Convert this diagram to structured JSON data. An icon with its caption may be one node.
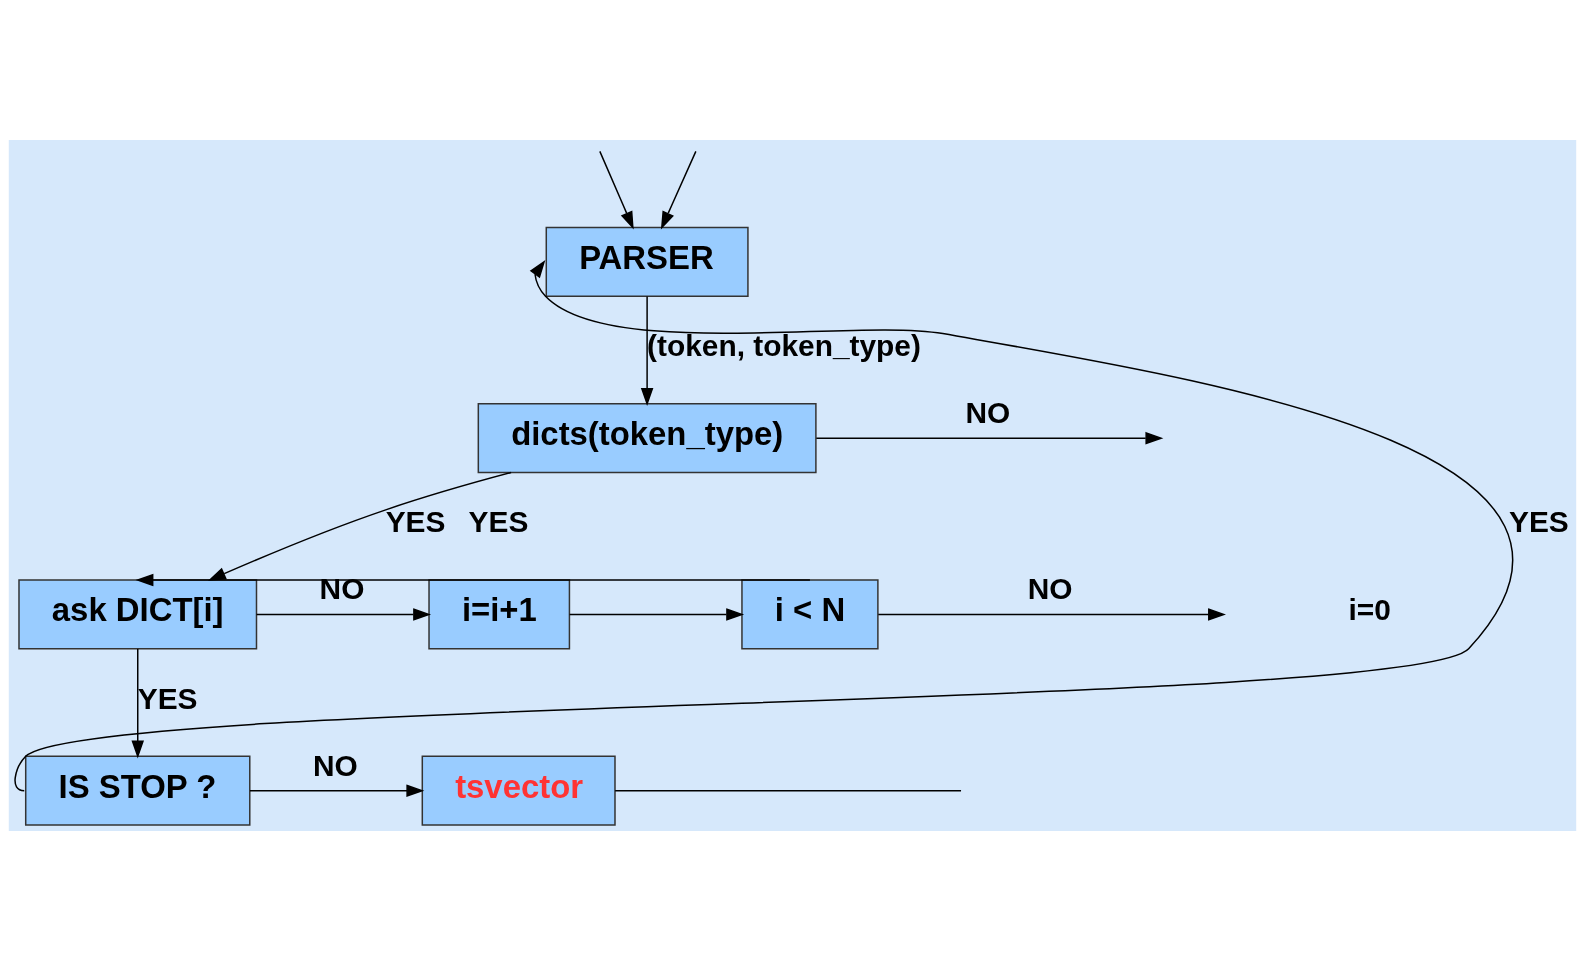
{
  "diagram": {
    "nodes": [
      {
        "text": [
          "PARSER"
        ]
      },
      {
        "text": [
          "dicts(token_type)"
        ]
      },
      {
        "text": [
          "ask DICT[i]"
        ]
      },
      {
        "text": [
          "i=i+1"
        ]
      },
      {
        "text": [
          "i < N"
        ]
      },
      {
        "text": [
          "IS STOP ?"
        ]
      },
      {
        "text": [
          "tsvector"
        ]
      }
    ],
    "edges": [
      {
        "from": null,
        "to": 0,
        "arrow": "to"
      },
      {
        "from": null,
        "to": 0,
        "arrow": "to"
      },
      {
        "from": 5,
        "to": 0,
        "arrow": "to",
        "label": "YES"
      },
      {
        "from": 0,
        "to": 1,
        "arrow": "to",
        "label": "(token, token_type)"
      },
      {
        "from": 1,
        "to": null,
        "arrow": "to",
        "label": "NO"
      },
      {
        "from": 1,
        "to": 2,
        "arrow": "to",
        "label": "YES"
      },
      {
        "from": 2,
        "to": 3,
        "arrow": "to",
        "label": "NO"
      },
      {
        "from": 3,
        "to": 4,
        "arrow": "to"
      },
      {
        "from": 4,
        "to": 2,
        "arrow": "to",
        "label": "YES"
      },
      {
        "from": 4,
        "to": null,
        "arrow": "to",
        "label": "NO"
      },
      {
        "from": 2,
        "to": 5,
        "arrow": "to",
        "label": "YES"
      },
      {
        "from": 5,
        "to": 6,
        "arrow": "to",
        "label": "NO"
      },
      {
        "from": 6,
        "to": null,
        "arrow": "none"
      }
    ],
    "labels": [
      "i=0"
    ]
  }
}
